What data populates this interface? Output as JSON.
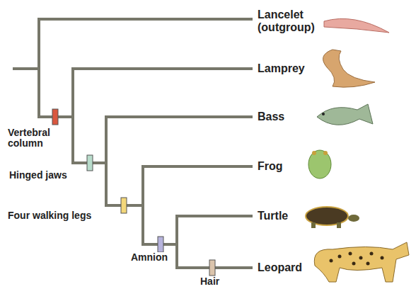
{
  "diagram": {
    "labels": [
      "Lancelet (outgroup)",
      "Lamprey",
      "Vertebral column",
      "Bass",
      "Hinged jaws",
      "Frog",
      "Four walking legs",
      "Turtle",
      "Amnion",
      "Leopard",
      "Hair"
    ]
  }
}
